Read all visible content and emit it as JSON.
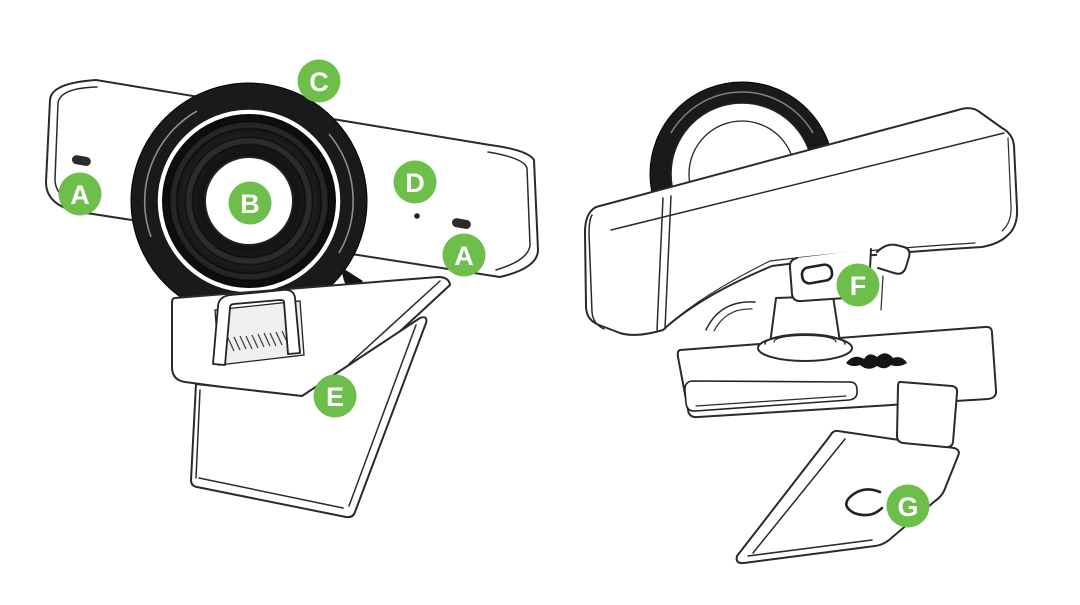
{
  "colors": {
    "background": "#ffffff",
    "badge_fill": "#6ebe4b",
    "badge_text": "#ffffff",
    "line": "#2a2a2a",
    "dark_fill": "#1a1a1a"
  },
  "callouts": [
    {
      "letter": "A"
    },
    {
      "letter": "B"
    },
    {
      "letter": "C"
    },
    {
      "letter": "D"
    },
    {
      "letter": "A"
    },
    {
      "letter": "E"
    },
    {
      "letter": "F"
    },
    {
      "letter": "G"
    }
  ]
}
